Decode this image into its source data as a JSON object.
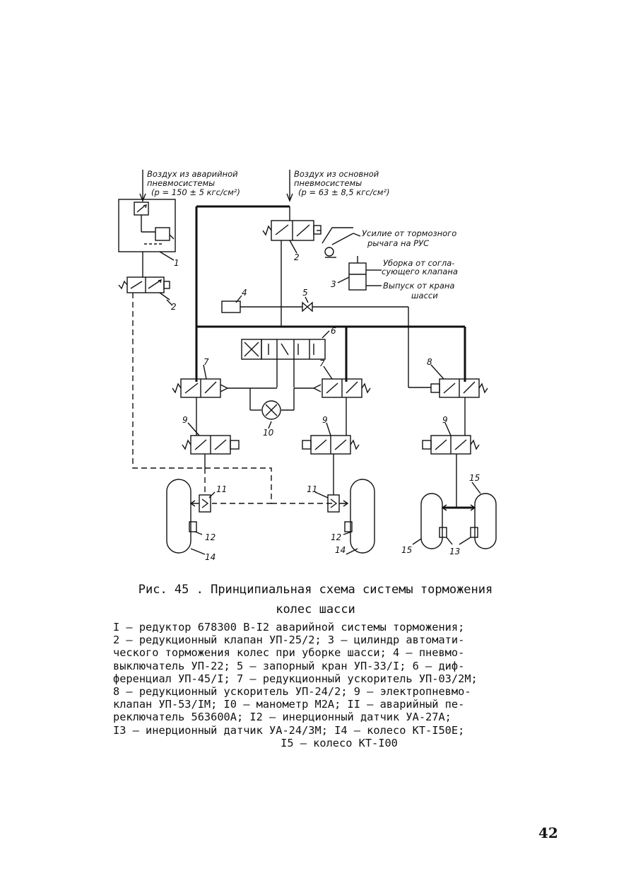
{
  "diagram": {
    "air_emergency": [
      "Воздух из аварийной",
      "пневмосистемы",
      "(р = 150 ± 5 кгс/см²)"
    ],
    "air_main": [
      "Воздух из основной",
      "пневмосистемы",
      "(р = 63 ± 8,5 кгс/см²)"
    ],
    "brake_force": [
      "Усилие от тормозного",
      "рычага на РУС"
    ],
    "gear_retract": [
      "Уборка от согла-",
      "сующего клапана"
    ],
    "release": [
      "Выпуск от крана",
      "шасси"
    ],
    "numbers": [
      "1",
      "2",
      "2",
      "3",
      "4",
      "5",
      "6",
      "7",
      "7",
      "8",
      "9",
      "9",
      "9",
      "10",
      "11",
      "11",
      "12",
      "12",
      "13",
      "14",
      "14",
      "15",
      "15"
    ]
  },
  "caption": {
    "line1": "Рис. 45 . Принципиальная схема системы торможения",
    "line2": "колес шасси"
  },
  "legend": [
    "I – редуктор 678300 В-I2 аварийной системы торможения;",
    "2 – редукционный клапан УП-25/2; 3 – цилиндр автомати-",
    "ческого торможения колес при уборке шасси; 4 – пневмо-",
    "выключатель УП-22; 5 – запорный кран УП-33/I; 6 – диф-",
    "ференциал УП-45/I; 7 – редукционный ускоритель УП-03/2М;",
    "8 – редукционный ускоритель УП-24/2; 9 – электропневмо-",
    "клапан УП-53/IМ; I0 – манометр М2А; II – аварийный пе-",
    "реключатель 563600А; I2 – инерционный датчик УА-27А;",
    "I3 – инерционный датчик УА-24/3М; I4 – колесо КТ-I50Е;",
    "I5 – колесо КТ-I00"
  ],
  "page_number": "42"
}
